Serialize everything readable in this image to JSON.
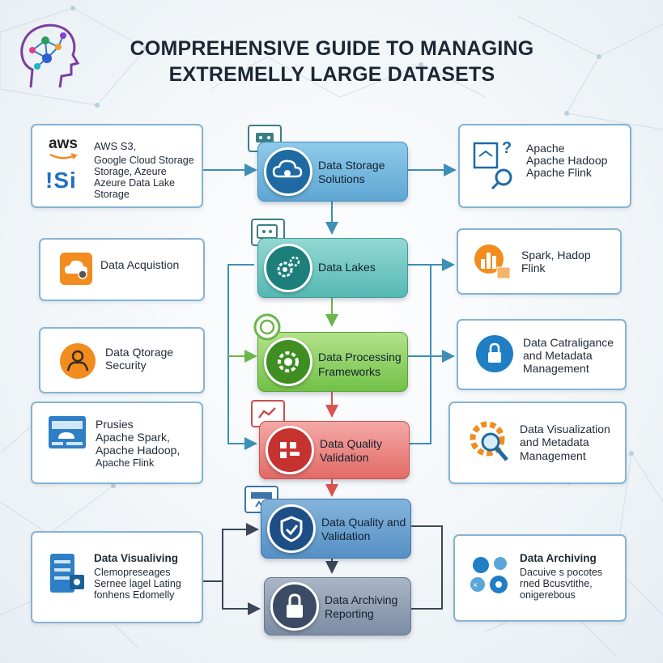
{
  "title": {
    "line1": "COMPREHENSIVE GUIDE TO MANAGING",
    "line2": "EXTREMELLY LARGE DATASETS"
  },
  "logo": {
    "icon": "brain-network-icon"
  },
  "flow": {
    "storage": {
      "line1": "Data Storage",
      "line2": "Solutions",
      "icon": "cloud-gear-icon"
    },
    "lakes": {
      "line1": "Data Lakes",
      "icon": "gears-icon"
    },
    "processing": {
      "line1": "Data Processing",
      "line2": "Frameworks",
      "icon": "gear-icon"
    },
    "quality": {
      "line1": "Data Quality",
      "line2": "Validation",
      "icon": "blocks-icon"
    },
    "quality2": {
      "line1": "Data Quality and",
      "line2": "Validation",
      "icon": "shield-check-icon"
    },
    "archiving": {
      "line1": "Data Archiving",
      "line2": "Reporting",
      "icon": "lock-icon"
    }
  },
  "left": {
    "cloud": {
      "aws": "aws",
      "l1": "AWS S3,",
      "l2": "Google Cloud Storage",
      "l3": "Storage, Azeure",
      "l4": "Azeure Data Lake",
      "l5": "Storage",
      "azure_mark": "!Si"
    },
    "acquisition": {
      "line1": "Data Acquistion",
      "icon": "cloud-upload-icon"
    },
    "security": {
      "line1": "Data Qtorage",
      "line2": "Security",
      "icon": "security-hands-icon"
    },
    "frameworks": {
      "l1": "Prusies",
      "l2": "Apache Spark,",
      "l3": "Apache Hadoop,",
      "l4": "Apache Flink",
      "icon": "dashboard-icon"
    },
    "visualizing": {
      "l1": "Data Visualiving",
      "l2": "Clemopreseages",
      "l3": "Sernee lagel Lating",
      "l4": "fonhens Edomelly",
      "icon": "server-icon"
    }
  },
  "right": {
    "apache": {
      "l1": "Apache",
      "l2": "Apache Hadoop",
      "l3": "Apache Flink",
      "icon": "question-cube-icon"
    },
    "spark": {
      "l1": "Spark, Hadop",
      "l2": "Flink",
      "icon": "bar-chart-icon"
    },
    "catalog": {
      "l1": "Data Catraligance",
      "l2": "and Metadata",
      "l3": "Management",
      "icon": "lock-icon"
    },
    "visual": {
      "l1": "Data Visualization",
      "l2": "and Metadata",
      "l3": "Management",
      "icon": "gear-magnifier-icon"
    },
    "archive": {
      "l1": "Data Archiving",
      "l2": "Dacuive s pocotes",
      "l3": "rned Bcusvtithe,",
      "l4": "onigerebous",
      "icon": "network-nodes-icon"
    }
  },
  "colors": {
    "blue": "#5ea7d3",
    "teal": "#56b8b3",
    "green": "#72c148",
    "red": "#e26a66",
    "navy": "#5690c4",
    "slate": "#7c8ca2",
    "orange": "#f28c1e",
    "arrow": "#3d8fb6"
  }
}
